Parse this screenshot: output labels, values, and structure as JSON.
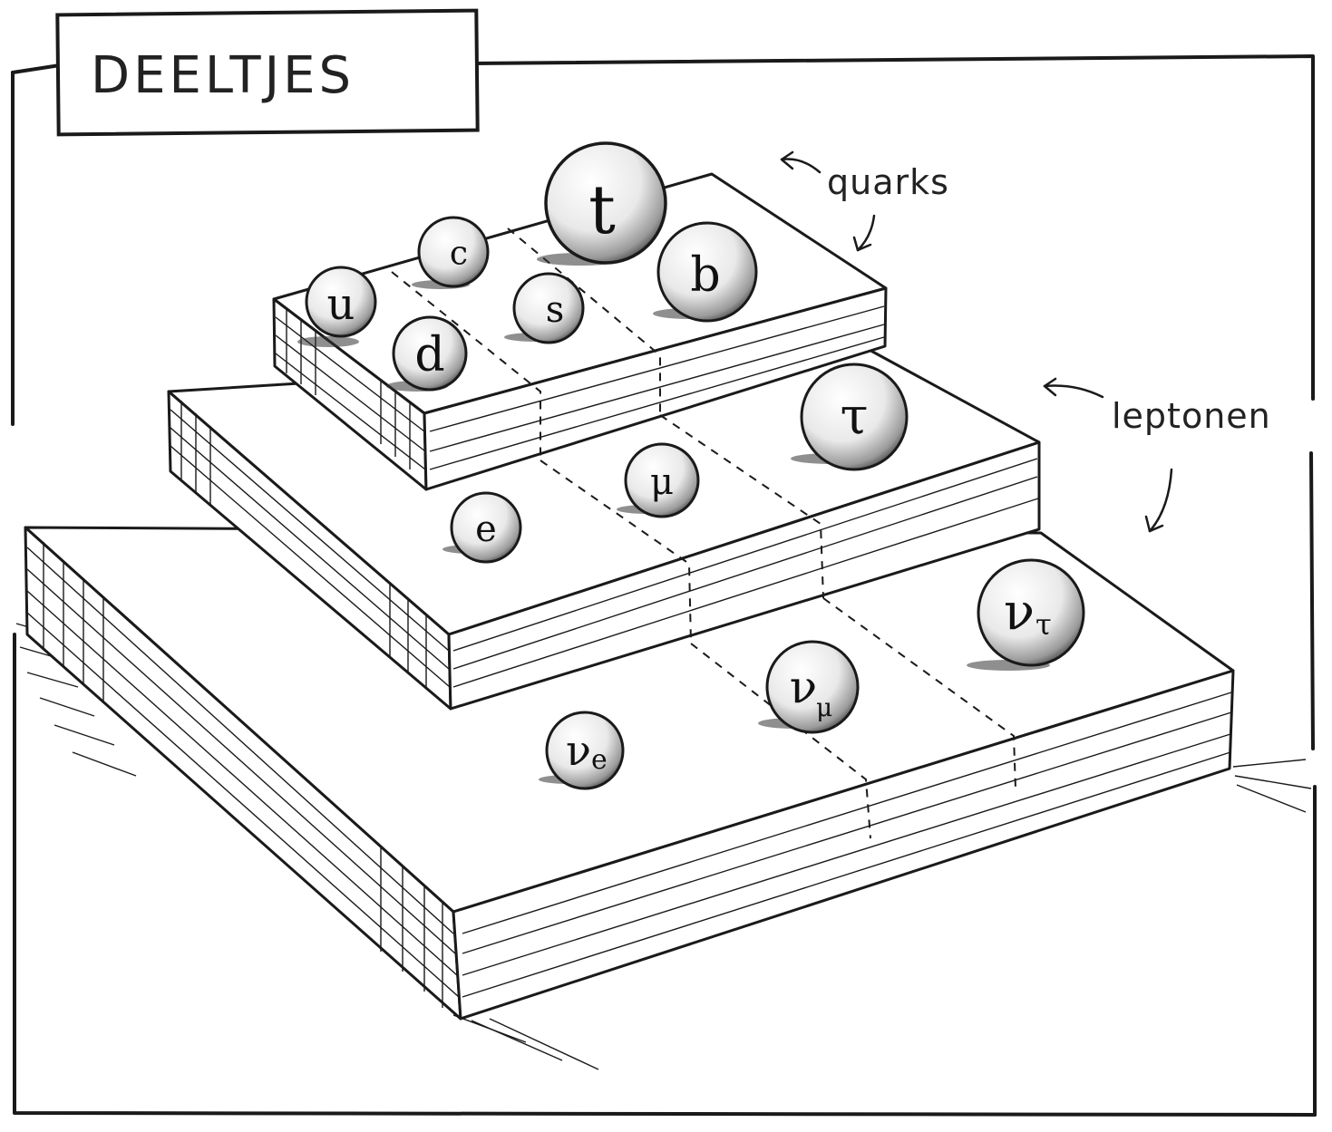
{
  "title": "DEELTJES",
  "labels": {
    "quarks": "quarks",
    "leptons": "leptonen"
  },
  "colors": {
    "ink": "#1a1a1a",
    "paper": "#ffffff"
  },
  "particles": {
    "up": {
      "symbol": "u",
      "sub": ""
    },
    "charm": {
      "symbol": "c",
      "sub": ""
    },
    "top": {
      "symbol": "t",
      "sub": ""
    },
    "down": {
      "symbol": "d",
      "sub": ""
    },
    "strange": {
      "symbol": "s",
      "sub": ""
    },
    "bottom": {
      "symbol": "b",
      "sub": ""
    },
    "electron": {
      "symbol": "e",
      "sub": ""
    },
    "muon": {
      "symbol": "μ",
      "sub": ""
    },
    "tau": {
      "symbol": "τ",
      "sub": ""
    },
    "electron_neutrino": {
      "symbol": "ν",
      "sub": "e"
    },
    "muon_neutrino": {
      "symbol": "ν",
      "sub": "μ"
    },
    "tau_neutrino": {
      "symbol": "ν",
      "sub": "τ"
    }
  }
}
